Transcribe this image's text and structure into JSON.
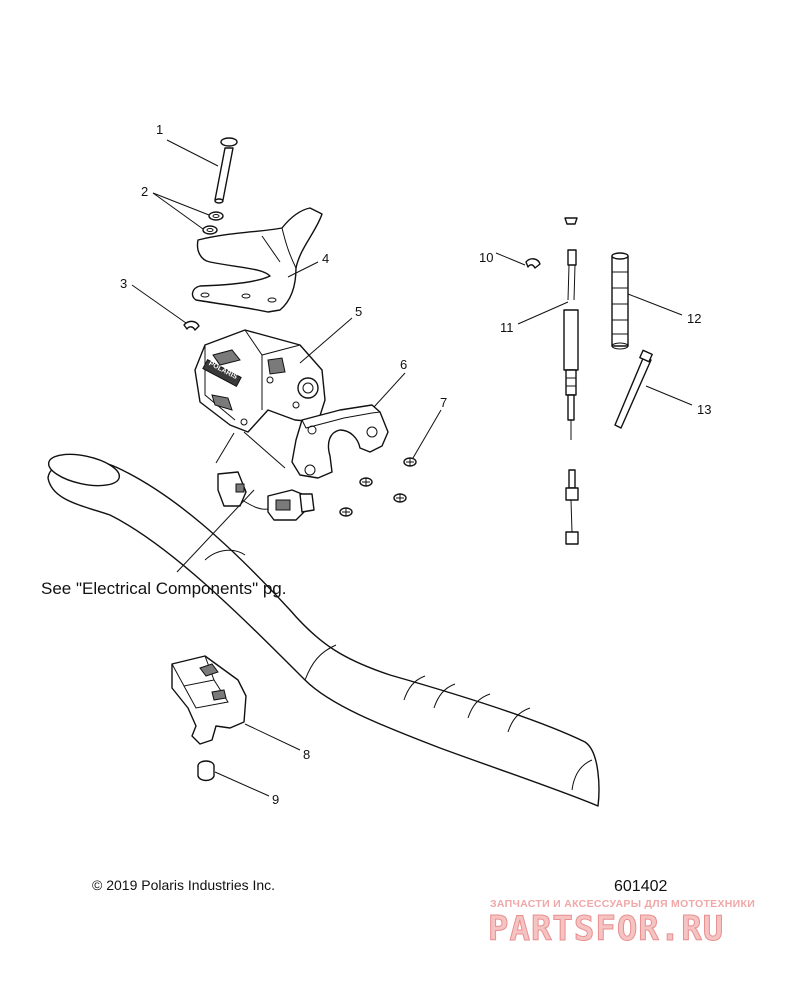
{
  "callouts": [
    {
      "id": "1",
      "label": "1"
    },
    {
      "id": "2",
      "label": "2"
    },
    {
      "id": "3",
      "label": "3"
    },
    {
      "id": "4",
      "label": "4"
    },
    {
      "id": "5",
      "label": "5"
    },
    {
      "id": "6",
      "label": "6"
    },
    {
      "id": "7",
      "label": "7"
    },
    {
      "id": "8",
      "label": "8"
    },
    {
      "id": "9",
      "label": "9"
    },
    {
      "id": "10",
      "label": "10"
    },
    {
      "id": "11",
      "label": "11"
    },
    {
      "id": "12",
      "label": "12"
    },
    {
      "id": "13",
      "label": "13"
    }
  ],
  "note": "See \"Electrical Components\" pg.",
  "copyright": "© 2019 Polaris Industries Inc.",
  "document_number": "601402",
  "housing_brand": "POLARIS",
  "watermark": {
    "tagline": "ЗАПЧАСТИ И АКСЕССУАРЫ ДЛЯ МОТОТЕХНИКИ",
    "brand": "PARTSFOR.RU",
    "color": "#e88f8f"
  }
}
